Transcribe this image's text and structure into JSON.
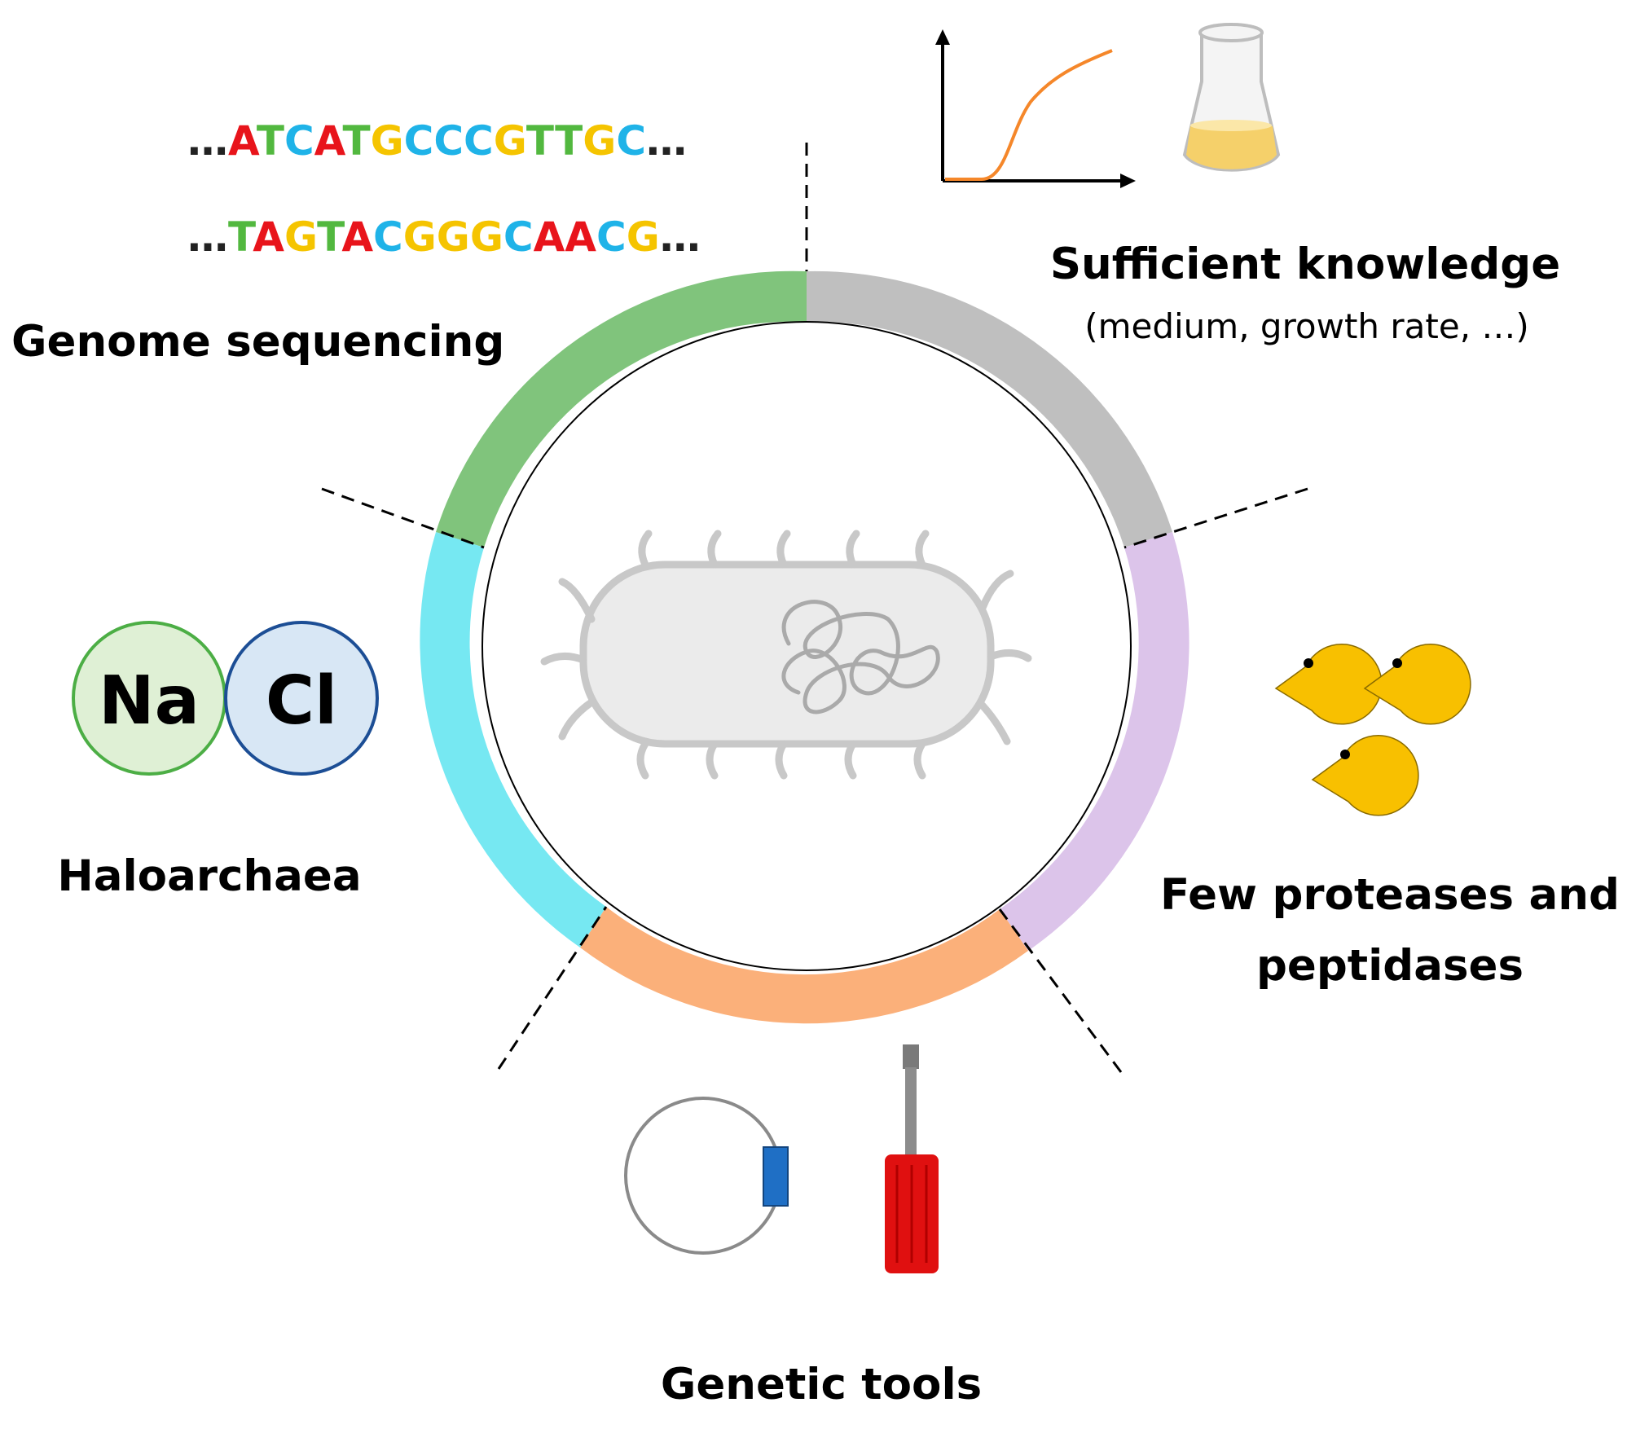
{
  "labels": {
    "genome_sequencing": "Genome sequencing",
    "sufficient_knowledge": "Sufficient knowledge",
    "sufficient_knowledge_sub": "(medium, growth rate, …)",
    "haloarchaea": "Haloarchaea",
    "proteases_line1": "Few proteases and",
    "proteases_line2": "peptidases",
    "genetic_tools": "Genetic tools"
  },
  "sequence_top": {
    "prefix": "…",
    "suffix": "…",
    "bases": [
      "A",
      "T",
      "C",
      "A",
      "T",
      "G",
      "C",
      "C",
      "C",
      "G",
      "T",
      "T",
      "G",
      "C"
    ]
  },
  "sequence_bottom": {
    "prefix": "…",
    "suffix": "…",
    "bases": [
      "T",
      "A",
      "G",
      "T",
      "A",
      "C",
      "G",
      "G",
      "G",
      "C",
      "A",
      "A",
      "C",
      "G"
    ]
  },
  "base_colors": {
    "A": "#e8141b",
    "T": "#52b83f",
    "C": "#1fb3e8",
    "G": "#f5c400"
  },
  "ions": {
    "sodium": "Na",
    "chloride": "Cl"
  },
  "ring_segments": [
    {
      "name": "genome-sequencing",
      "color": "#80c47c"
    },
    {
      "name": "sufficient-knowledge",
      "color": "#bfbfbf"
    },
    {
      "name": "proteases",
      "color": "#dcc4ea"
    },
    {
      "name": "genetic-tools",
      "color": "#fbb07a"
    },
    {
      "name": "haloarchaea",
      "color": "#76e8f2"
    }
  ],
  "icons": {
    "dna_sequence": "dna-sequence-icon",
    "growth_curve": "growth-curve-icon",
    "flask": "erlenmeyer-flask-icon",
    "bacterium": "archaeon-cell-icon",
    "nacl": "sodium-chloride-icon",
    "pacman": "protease-pacman-icon",
    "plasmid": "plasmid-icon",
    "screwdriver": "screwdriver-icon"
  }
}
